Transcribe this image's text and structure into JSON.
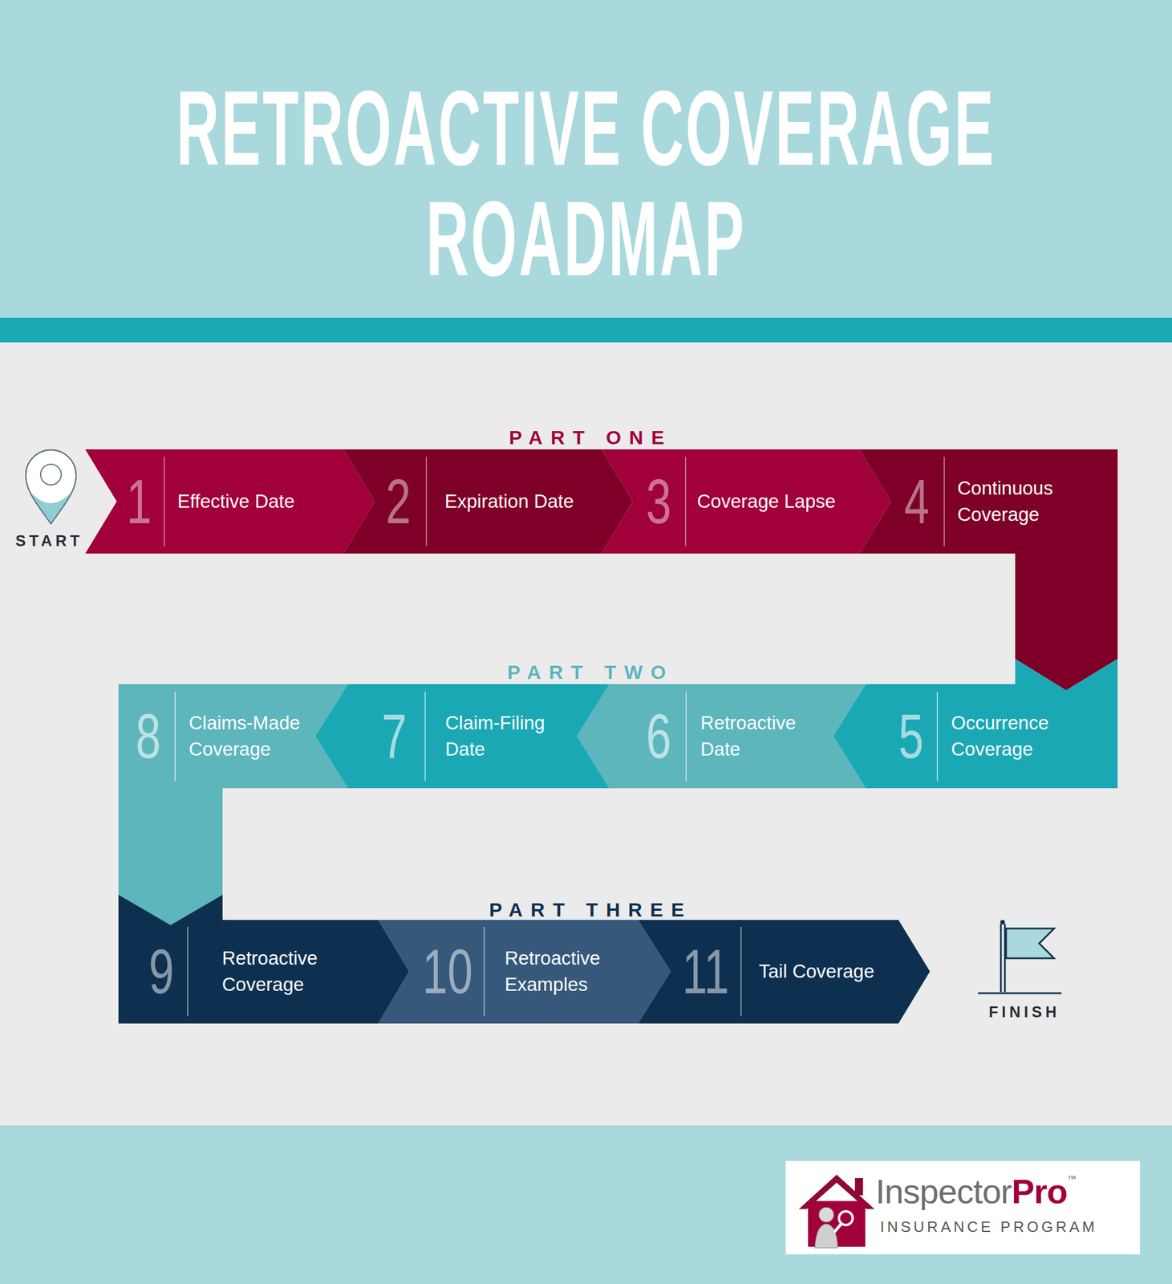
{
  "diagram": {
    "title": "RETROACTIVE COVERAGE ROADMAP",
    "nodes": [
      {
        "text": [
          "1",
          "Effective Date"
        ]
      },
      {
        "text": [
          "2",
          "Expiration Date"
        ]
      },
      {
        "text": [
          "3",
          "Coverage Lapse"
        ]
      },
      {
        "text": [
          "4",
          "Continuous Coverage"
        ]
      },
      {
        "text": [
          "5",
          "Occurrence Coverage"
        ]
      },
      {
        "text": [
          "6",
          "Retroactive Date"
        ]
      },
      {
        "text": [
          "7",
          "Claim-Filing Date"
        ]
      },
      {
        "text": [
          "8",
          "Claims-Made Coverage"
        ]
      },
      {
        "text": [
          "9",
          "Retroactive Coverage"
        ]
      },
      {
        "text": [
          "10",
          "Retroactive Examples"
        ]
      },
      {
        "text": [
          "11",
          "Tail Coverage"
        ]
      }
    ],
    "labels": [
      "PART ONE",
      "START",
      "PART TWO",
      "PART THREE",
      "FINISH",
      "Inspector",
      "Pro",
      "™",
      "INSURANCE PROGRAM"
    ]
  }
}
